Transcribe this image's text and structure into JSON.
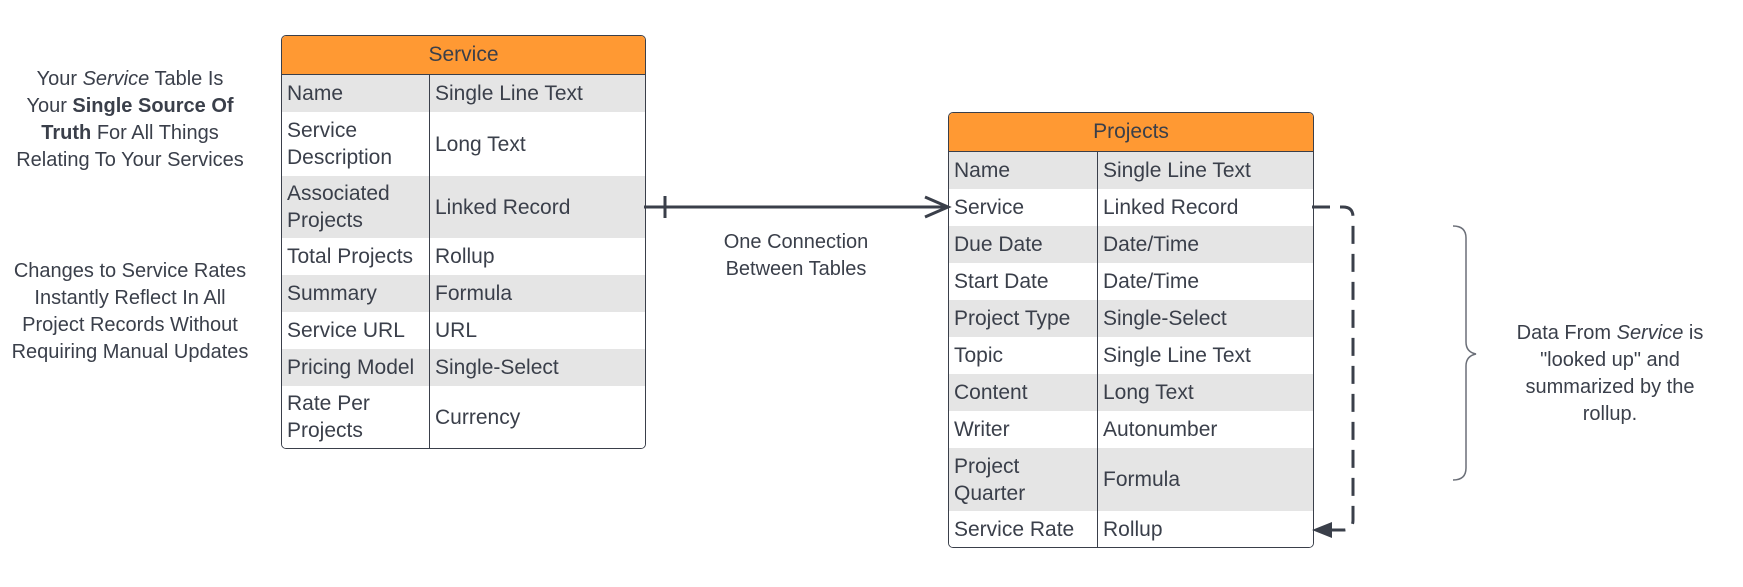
{
  "annotations": {
    "left_top": {
      "p1": "Your ",
      "p1_em": "Service",
      "p2": " Table Is\nYour ",
      "p2_bold": "Single Source Of Truth",
      "p3": " For All Things Relating To Your Services"
    },
    "left_bottom": "Changes to Service Rates Instantly Reflect In All Project Records Without Requiring Manual Updates",
    "connection": "One Connection\nBetween Tables",
    "right": {
      "p1": "Data From ",
      "p1_em": "Service",
      "p2": " is \"looked up\" and summarized by the rollup."
    }
  },
  "tables": {
    "service": {
      "title": "Service",
      "rows": [
        {
          "field": "Name",
          "type": "Single Line Text"
        },
        {
          "field": "Service Description",
          "type": "Long Text"
        },
        {
          "field": "Associated Projects",
          "type": "Linked Record"
        },
        {
          "field": "Total Projects",
          "type": "Rollup"
        },
        {
          "field": "Summary",
          "type": "Formula"
        },
        {
          "field": "Service URL",
          "type": "URL"
        },
        {
          "field": "Pricing Model",
          "type": "Single-Select"
        },
        {
          "field": "Rate Per Projects",
          "type": "Currency"
        }
      ]
    },
    "projects": {
      "title": "Projects",
      "rows": [
        {
          "field": "Name",
          "type": "Single Line Text"
        },
        {
          "field": "Service",
          "type": "Linked Record"
        },
        {
          "field": "Due Date",
          "type": "Date/Time"
        },
        {
          "field": "Start Date",
          "type": "Date/Time"
        },
        {
          "field": "Project Type",
          "type": "Single-Select"
        },
        {
          "field": "Topic",
          "type": "Single Line Text"
        },
        {
          "field": "Content",
          "type": "Long Text"
        },
        {
          "field": "Writer",
          "type": "Autonumber"
        },
        {
          "field": "Project Quarter",
          "type": "Formula"
        },
        {
          "field": "Service Rate",
          "type": "Rollup"
        }
      ]
    }
  },
  "colors": {
    "header": "#ff9933",
    "stripe": "#e5e5e5",
    "line": "#3a3f4a"
  }
}
